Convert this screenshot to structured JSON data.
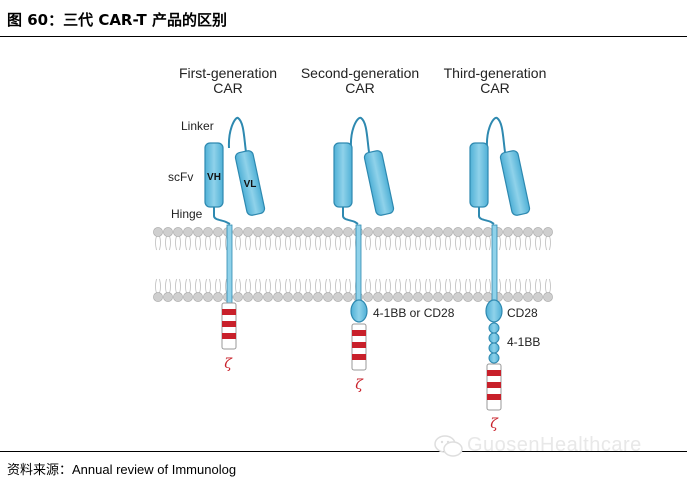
{
  "header": {
    "title": "图 60：三代 CAR-T 产品的区别"
  },
  "generations": [
    {
      "label_line1": "First-generation",
      "label_line2": "CAR"
    },
    {
      "label_line1": "Second-generation",
      "label_line2": "CAR"
    },
    {
      "label_line1": "Third-generation",
      "label_line2": "CAR"
    }
  ],
  "parts": {
    "linker": "Linker",
    "scfv": "scFv",
    "hinge": "Hinge",
    "vh": "VH",
    "vl": "VL",
    "zeta": "ζ"
  },
  "domains": {
    "second": "4-1BB or CD28",
    "third_a": "CD28",
    "third_b": "4-1BB"
  },
  "footer": {
    "source_prefix": "资料来源：",
    "source_text": "Annual review of Immunolog",
    "watermark": "GuosenHealthcare"
  },
  "colors": {
    "domain_fill": "#6ec1df",
    "domain_stroke": "#2e89b0",
    "zeta_red": "#c8202a",
    "lipid_head": "#cfcfcf"
  }
}
